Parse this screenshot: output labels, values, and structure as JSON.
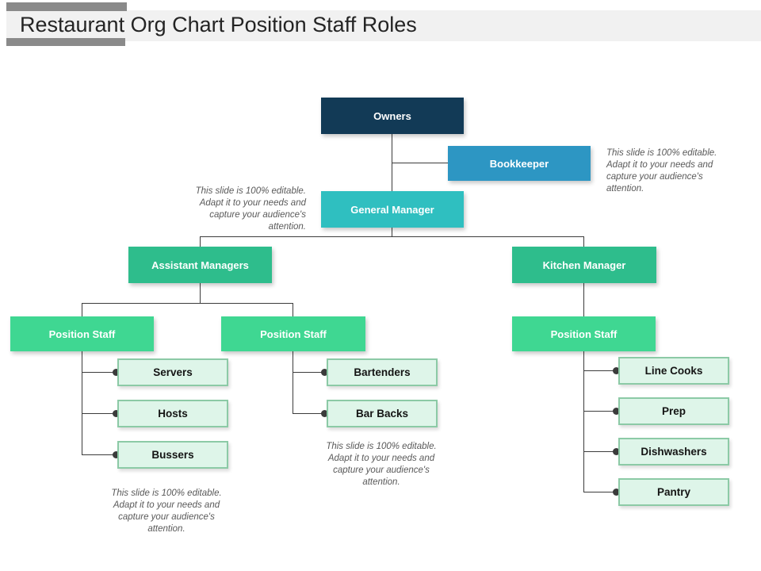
{
  "title": "Restaurant Org Chart Position Staff Roles",
  "editable_note": "This slide is 100% editable. Adapt it to your needs and capture your audience's attention.",
  "org": {
    "owners": "Owners",
    "bookkeeper": "Bookkeeper",
    "general_manager": "General Manager",
    "assistant_managers": "Assistant Managers",
    "kitchen_manager": "Kitchen Manager",
    "position_staff": "Position Staff",
    "floor_staff": [
      "Servers",
      "Hosts",
      "Bussers"
    ],
    "bar_staff": [
      "Bartenders",
      "Bar Backs"
    ],
    "kitchen_staff": [
      "Line Cooks",
      "Prep",
      "Dishwashers",
      "Pantry"
    ]
  },
  "colors": {
    "owners_box": "#123a56",
    "bookkeeper_box": "#2d96c3",
    "general_manager_box": "#2fbfc0",
    "manager_box": "#2ebd8c",
    "position_staff_box": "#3fd792",
    "leaf_fill": "#def5e9",
    "leaf_border": "#8ccaa6",
    "connector": "#3c3c3c",
    "note_text": "#595959",
    "accent_bar": "#8a8a8a",
    "title_band": "#f1f1f1",
    "title_text": "#242424"
  }
}
